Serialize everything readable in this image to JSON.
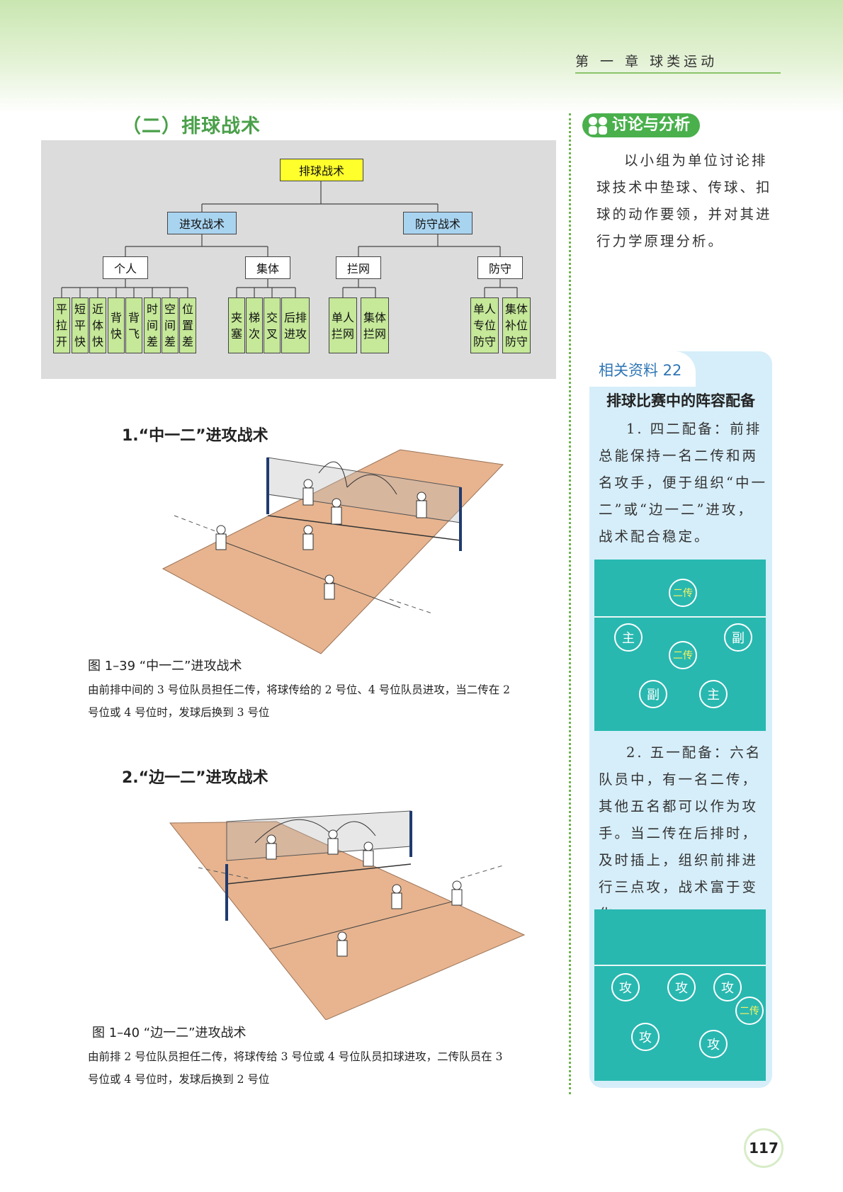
{
  "header": {
    "chapter": "第 一 章   球类运动"
  },
  "section": {
    "title": "（二）排球战术"
  },
  "tree": {
    "root": "排球战术",
    "attack": "进攻战术",
    "defense": "防守战术",
    "individual": "个人",
    "collective": "集体",
    "block": "拦网",
    "defend": "防守",
    "leaves": [
      "平拉开",
      "短平快",
      "近体快",
      "背快",
      "背飞",
      "时间差",
      "空间差",
      "位置差",
      "夹塞",
      "梯次",
      "交叉",
      "后排进攻",
      "单人拦网",
      "集体拦网",
      "单人专位防守",
      "集体补位防守"
    ]
  },
  "fig1": {
    "heading": "1.“中一二”进攻战术",
    "caption": "图 1–39  “中一二”进攻战术",
    "desc": "由前排中间的 3 号位队员担任二传，将球传给的 2 号位、4 号位队员进攻，当二传在 2 号位或 4 号位时，发球后换到 3 号位"
  },
  "fig2": {
    "heading": "2.“边一二”进攻战术",
    "caption": "图 1–40  “边一二”进攻战术",
    "desc": "由前排 2 号位队员担任二传，将球传给 3 号位或 4 号位队员扣球进攻，二传队员在 3 号位或 4 号位时，发球后换到 2 号位"
  },
  "discussion": {
    "title": "讨论与分析",
    "text": "以小组为单位讨论排球技术中垫球、传球、扣球的动作要领，并对其进行力学原理分析。"
  },
  "resource": {
    "tab": "相关资料 22",
    "title": "排球比赛中的阵容配备",
    "p1": "1. 四二配备：前排总能保持一名二传和两名攻手，便于组织“中一二”或“边一二”进攻，战术配合稳定。",
    "p2": "2. 五一配备：六名队员中，有一名二传，其他五名都可以作为攻手。当二传在后排时，及时插上，组织前排进行三点攻，战术富于变化。",
    "court1": {
      "setter_back": "二传",
      "main": "主",
      "vice": "副",
      "setter": "二传"
    },
    "court2": {
      "attack": "攻",
      "setter": "二传"
    }
  },
  "page": {
    "number": "117"
  },
  "colors": {
    "accent": "#4aa04a",
    "court": "#28b8b0",
    "leaf": "#c5e899",
    "root": "#ffff2b",
    "level1": "#a9d4f0",
    "card": "#d6eef9"
  }
}
